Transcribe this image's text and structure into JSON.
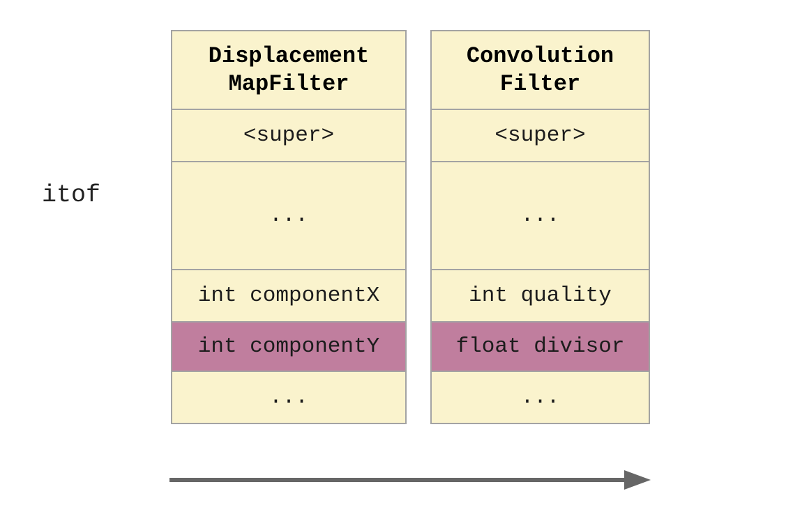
{
  "diagram": {
    "side_label": "itof",
    "tables": [
      {
        "id": "displacement-map-filter",
        "title_line1": "Displacement",
        "title_line2": "MapFilter",
        "rows": [
          {
            "label": "<super>",
            "highlighted": false
          },
          {
            "label": "...",
            "highlighted": false
          },
          {
            "label": "int componentX",
            "highlighted": false
          },
          {
            "label": "int componentY",
            "highlighted": true
          },
          {
            "label": "...",
            "highlighted": false
          }
        ]
      },
      {
        "id": "convolution-filter",
        "title_line1": "Convolution",
        "title_line2": "Filter",
        "rows": [
          {
            "label": "<super>",
            "highlighted": false
          },
          {
            "label": "...",
            "highlighted": false
          },
          {
            "label": "int quality",
            "highlighted": false
          },
          {
            "label": "float divisor",
            "highlighted": true
          },
          {
            "label": "...",
            "highlighted": false
          }
        ]
      }
    ],
    "colors": {
      "cell_background": "#faf3cd",
      "highlight_background": "#c07e9e",
      "border": "#a3a3a3",
      "arrow": "#666666",
      "text": "#1c1c1c"
    }
  }
}
